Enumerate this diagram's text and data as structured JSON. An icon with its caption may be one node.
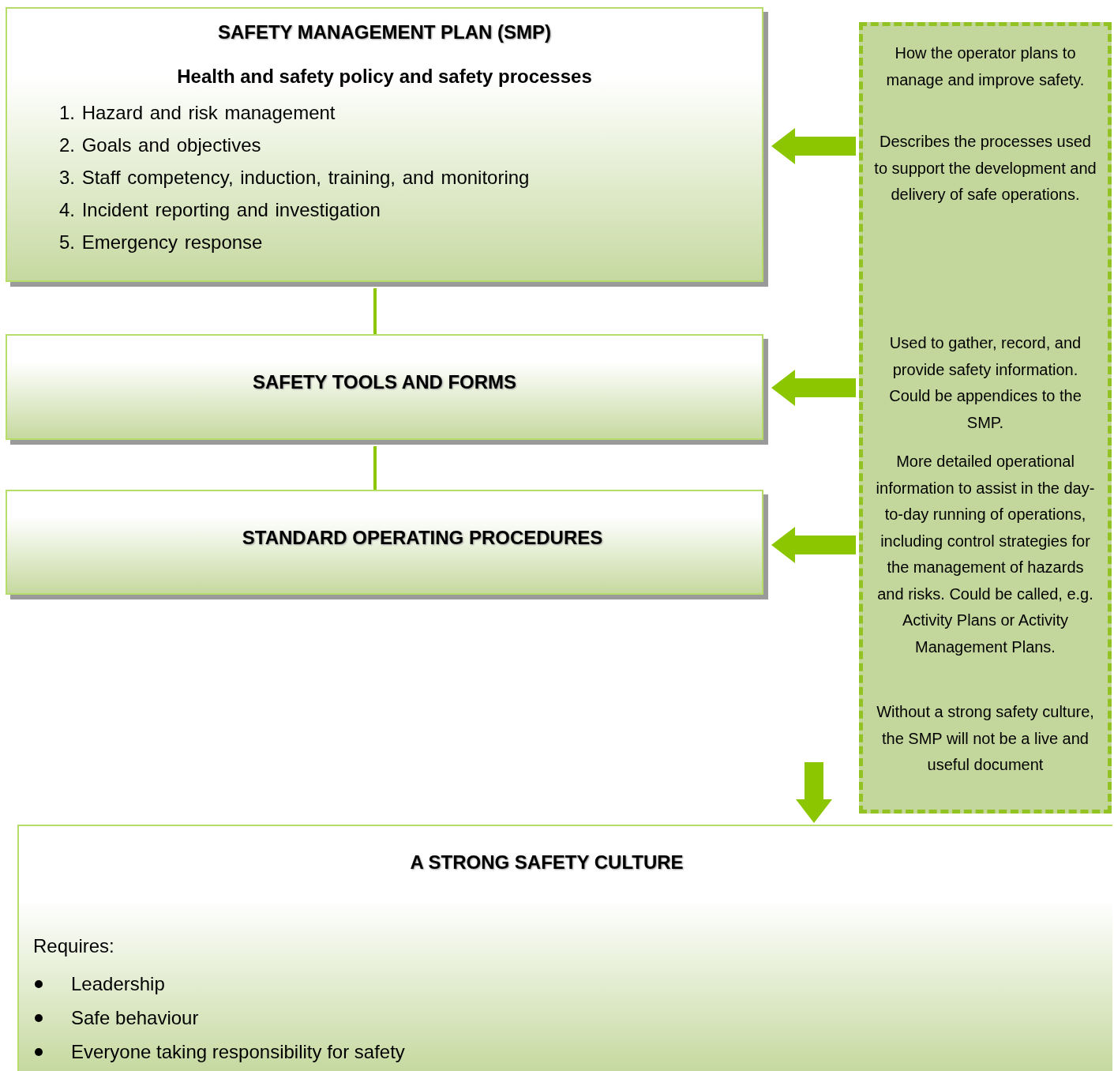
{
  "diagram": {
    "nodes": [
      {
        "text": [
          "SAFETY MANAGEMENT PLAN (SMP)",
          "Health and safety policy and safety processes",
          "1. Hazard and risk management",
          "2. Goals and objectives",
          "3. Staff competency, induction, training, and monitoring",
          "4. Incident reporting and investigation",
          "5. Emergency response"
        ]
      },
      {
        "text": [
          "SAFETY TOOLS AND FORMS"
        ]
      },
      {
        "text": [
          "STANDARD OPERATING PROCEDURES"
        ]
      },
      {
        "text": [
          "How the operator plans to manage and improve safety.",
          "Describes the processes used to support the development and delivery of safe operations.",
          "Used to gather, record, and provide safety information. Could be appendices to the SMP.",
          "More detailed operational information to assist in the day-to-day running of operations, including control strategies for the management of hazards and risks. Could be called, e.g. Activity Plans or Activity Management Plans.",
          "Without a strong safety culture, the SMP will not be a live and useful document"
        ]
      },
      {
        "text": [
          "A STRONG SAFETY CULTURE",
          "Requires:",
          "Leadership",
          "Safe behaviour",
          "Everyone taking responsibility for safety"
        ]
      }
    ],
    "edges": [
      {
        "from": 0,
        "to": 1,
        "arrow": "none"
      },
      {
        "from": 1,
        "to": 2,
        "arrow": "none"
      },
      {
        "from": 3,
        "to": 0,
        "arrow": "to",
        "style": "thick"
      },
      {
        "from": 3,
        "to": 1,
        "arrow": "to",
        "style": "thick"
      },
      {
        "from": 3,
        "to": 2,
        "arrow": "to",
        "style": "thick"
      },
      {
        "from": null,
        "to": 4,
        "arrow": "to",
        "style": "thick"
      }
    ]
  }
}
